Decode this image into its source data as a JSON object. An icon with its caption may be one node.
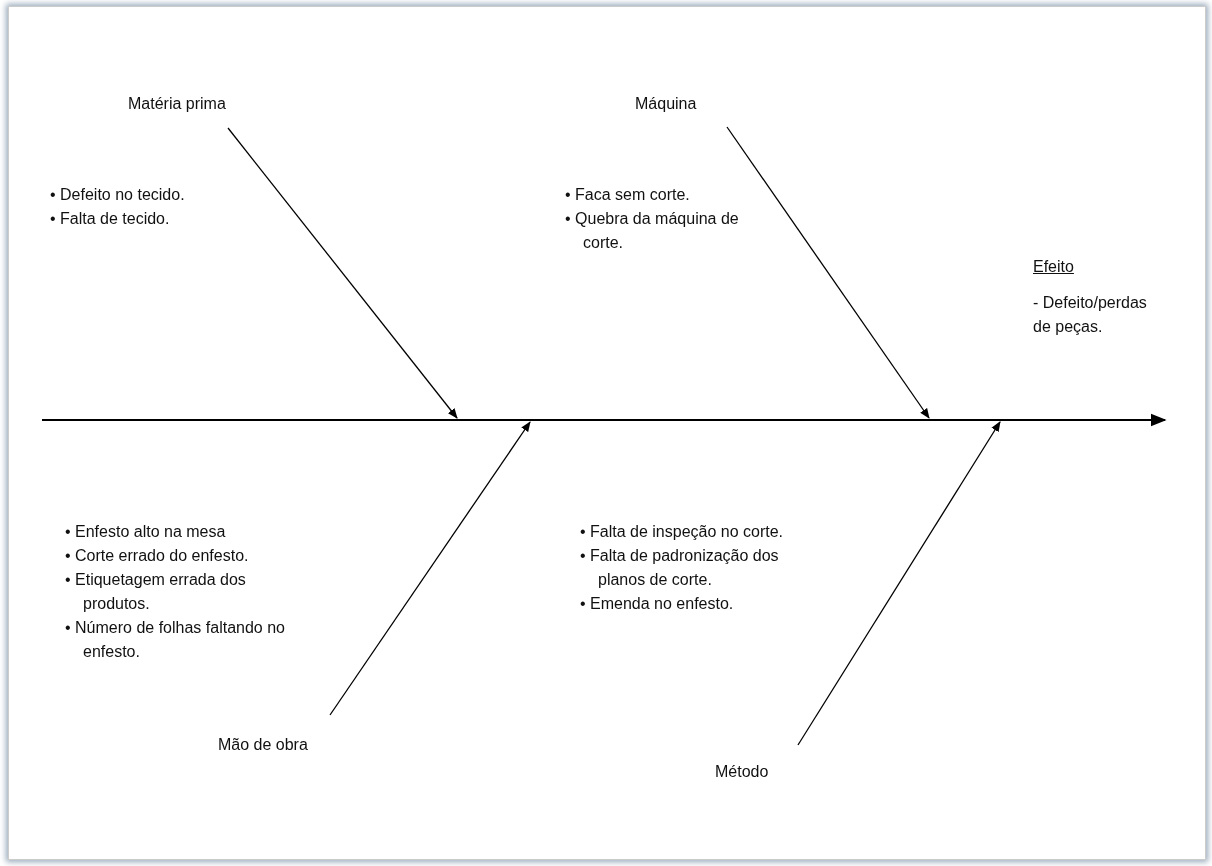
{
  "diagram": {
    "nodes": [
      {
        "text": [
          "Matéria prima"
        ]
      },
      {
        "text": [
          "Máquina"
        ]
      },
      {
        "text": [
          "Mão de obra"
        ]
      },
      {
        "text": [
          "Método"
        ]
      },
      {
        "text": [],
        "shape": "arrow"
      },
      {
        "text": [
          "Efeito",
          "- Defeito/perdas de peças."
        ]
      }
    ],
    "edges": [
      {
        "from": 0,
        "to": 4,
        "arrow": "to"
      },
      {
        "from": 1,
        "to": 4,
        "arrow": "to"
      },
      {
        "from": 2,
        "to": 4,
        "arrow": "to"
      },
      {
        "from": 3,
        "to": 4,
        "arrow": "to"
      }
    ],
    "labels": [
      "• Defeito no tecido.",
      "• Falta de tecido.",
      "• Faca sem corte.",
      "• Quebra da máquina de corte.",
      "• Enfesto alto na mesa",
      "• Corte errado do enfesto.",
      "• Etiquetagem errada dos produtos.",
      "• Número de folhas faltando no enfesto.",
      "• Falta de inspeção no corte.",
      "• Falta de padronização dos planos de corte.",
      "• Emenda no enfesto."
    ]
  }
}
